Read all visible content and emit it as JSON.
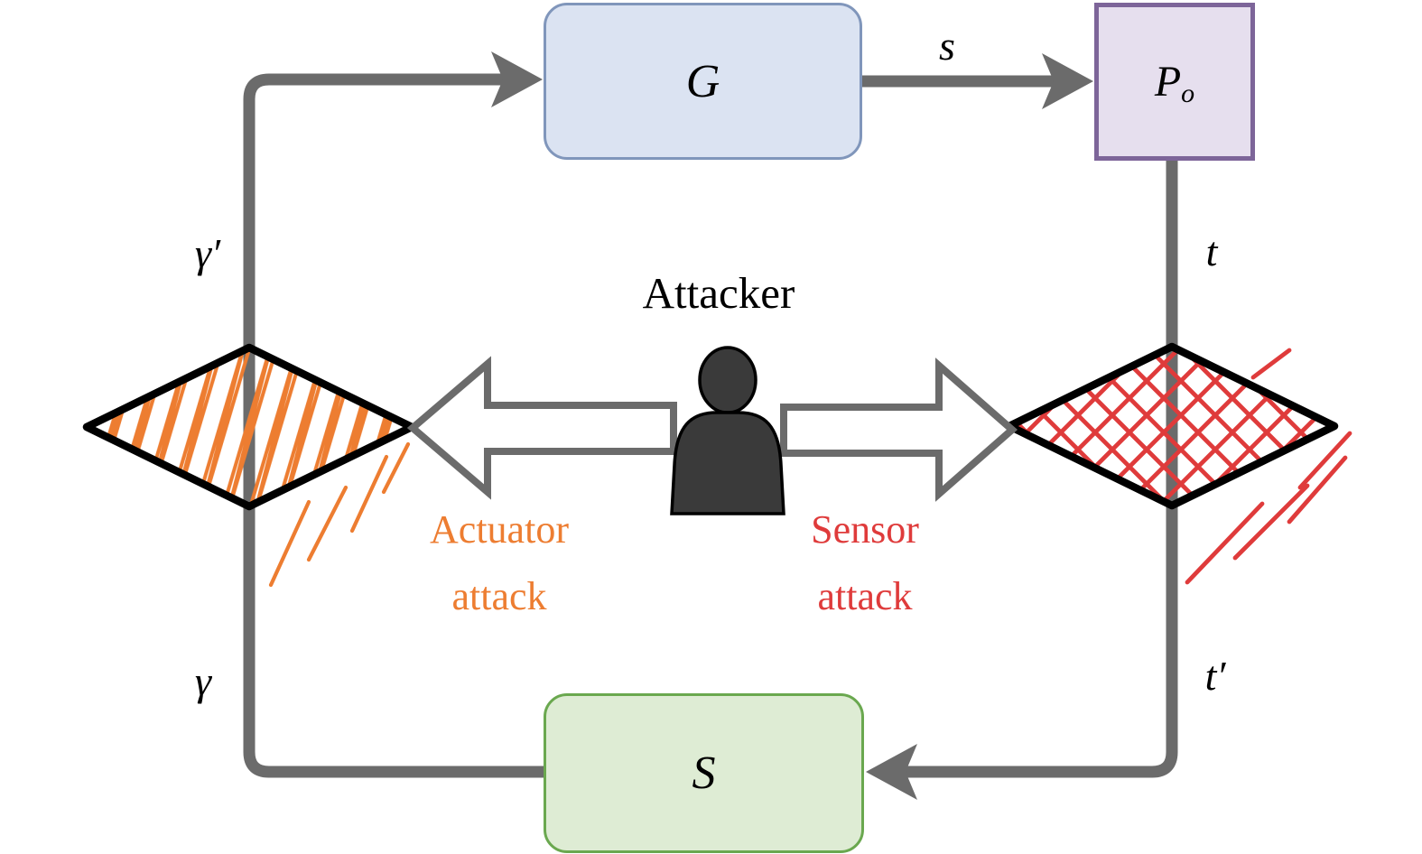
{
  "diagram": {
    "attacker": {
      "label": "Attacker"
    },
    "blocks": {
      "generator": {
        "label": "G"
      },
      "plant": {
        "label_main": "P",
        "label_sub": "o"
      },
      "supervisor": {
        "label": "S"
      }
    },
    "signals": {
      "s": "s",
      "t": "t",
      "t_prime": "t′",
      "gamma": "γ",
      "gamma_prime": "γ′"
    },
    "attacks": {
      "actuator": {
        "label": "Actuator attack",
        "color": "#ED7D31"
      },
      "sensor": {
        "label": "Sensor attack",
        "color": "#DF3B3B"
      }
    },
    "colors": {
      "line_gray": "#6b6b6b",
      "g_fill": "#dbe3f2",
      "g_border": "#8096bb",
      "po_fill": "#e6dfee",
      "po_border": "#7d6599",
      "s_fill": "#deecd4",
      "s_border": "#6aa84f",
      "diamond_stroke": "#000000",
      "attacker_fill": "#3a3a3a"
    }
  }
}
